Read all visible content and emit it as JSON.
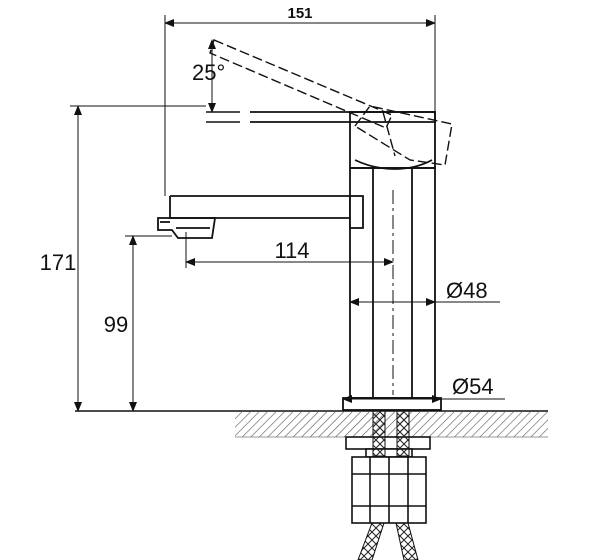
{
  "drawing": {
    "type": "technical drawing",
    "subject": "basin faucet"
  },
  "dimensions": {
    "overall_width": "151",
    "lever_angle": "25°",
    "overall_height": "171",
    "spout_reach": "114",
    "outlet_height": "99",
    "body_diameter": "Ø48",
    "base_diameter": "Ø54"
  },
  "colors": {
    "line": "#111111",
    "hatch": "#555555"
  }
}
